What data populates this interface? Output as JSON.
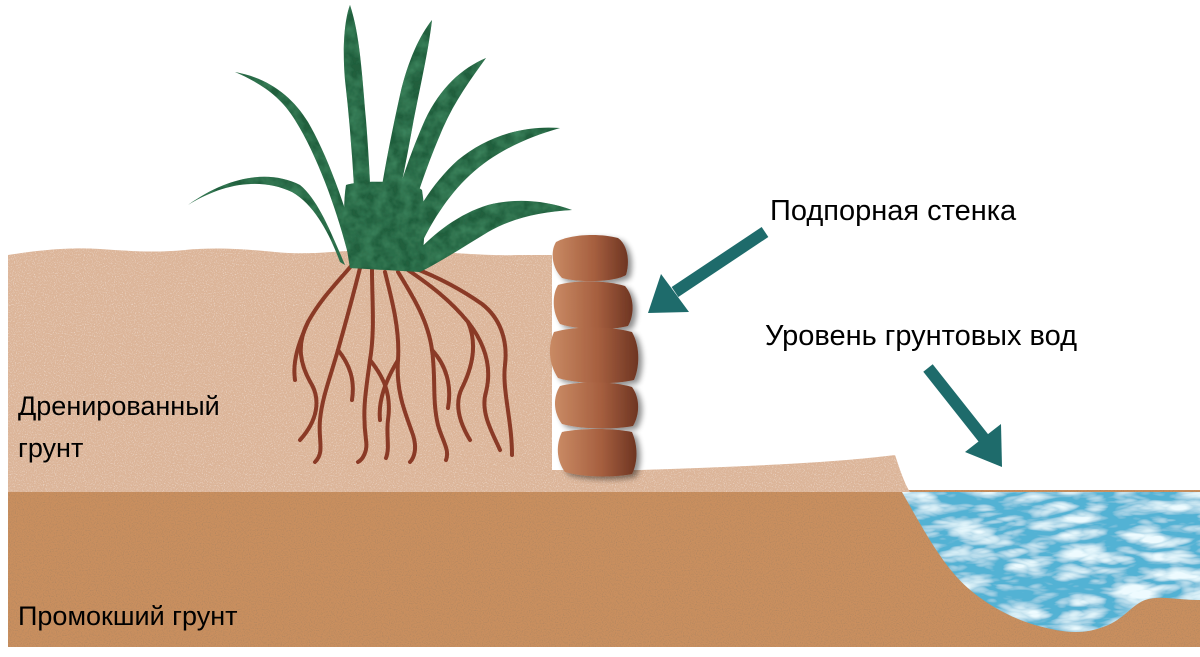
{
  "labels": {
    "retaining_wall": "Подпорная стенка",
    "groundwater_level": "Уровень грунтовых вод",
    "drained_soil_line1": "Дренированный",
    "drained_soil_line2": "грунт",
    "saturated_soil": "Промокший грунт"
  },
  "colors": {
    "background": "#ffffff",
    "drained_soil": "#dcb599",
    "saturated_soil": "#c98f5e",
    "water": "#52b2d4",
    "arrow": "#1e6b6b",
    "root": "#8a3a26",
    "leaf": "#245e3c",
    "stone": "#a86042"
  }
}
